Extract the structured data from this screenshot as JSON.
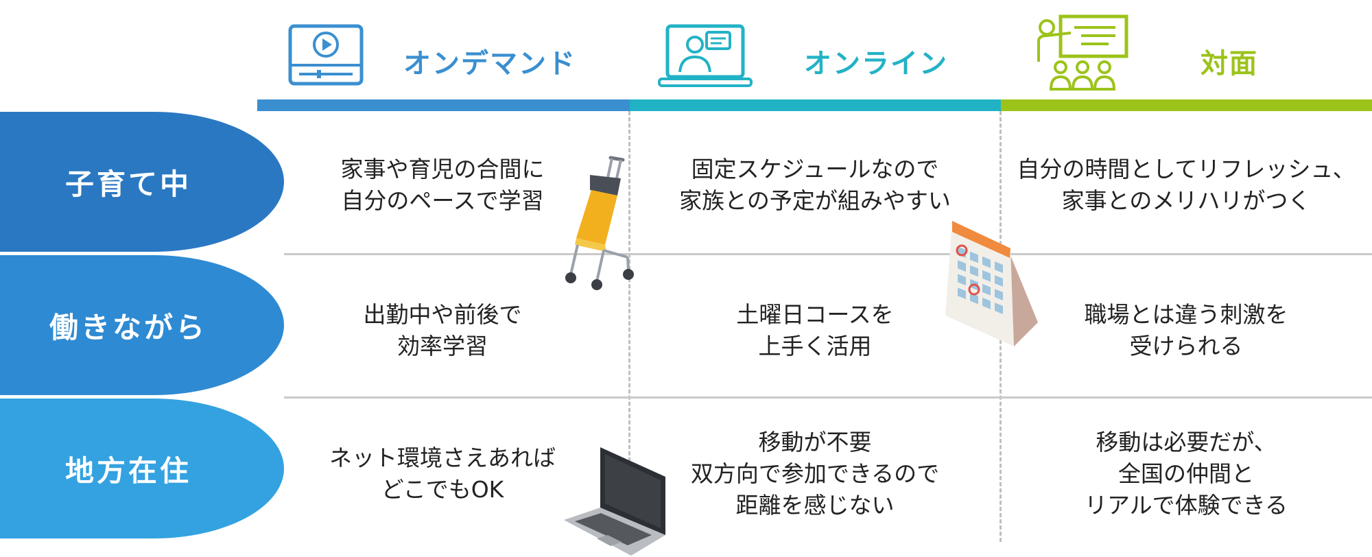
{
  "columns": [
    {
      "title": "オンデマンド",
      "color": "#3a8fd0",
      "icon": "video-player-icon"
    },
    {
      "title": "オンライン",
      "color": "#22b2c6",
      "icon": "laptop-video-call-icon"
    },
    {
      "title": "対面",
      "color": "#9cc31a",
      "icon": "classroom-lecture-icon"
    }
  ],
  "rows": [
    {
      "label": "子育て中",
      "color": "#2a78c2",
      "cells": [
        [
          "家事や育児の合間に",
          "自分のペースで学習"
        ],
        [
          "固定スケジュールなので",
          "家族との予定が組みやすい"
        ],
        [
          "自分の時間としてリフレッシュ、",
          "家事とのメリハリがつく"
        ]
      ]
    },
    {
      "label": "働きながら",
      "color": "#2e8ad2",
      "cells": [
        [
          "出勤中や前後で",
          "効率学習"
        ],
        [
          "土曜日コースを",
          "上手く活用"
        ],
        [
          "職場とは違う刺激を",
          "受けられる"
        ]
      ]
    },
    {
      "label": "地方在住",
      "color": "#34a2e0",
      "cells": [
        [
          "ネット環境さえあれば",
          "どこでもOK"
        ],
        [
          "移動が不要",
          "双方向で参加できるので",
          "距離を感じない"
        ],
        [
          "移動は必要だが、",
          "全国の仲間と",
          "リアルで体験できる"
        ]
      ]
    }
  ],
  "illustrations": [
    "stroller-illustration",
    "calendar-illustration",
    "laptop-illustration"
  ]
}
